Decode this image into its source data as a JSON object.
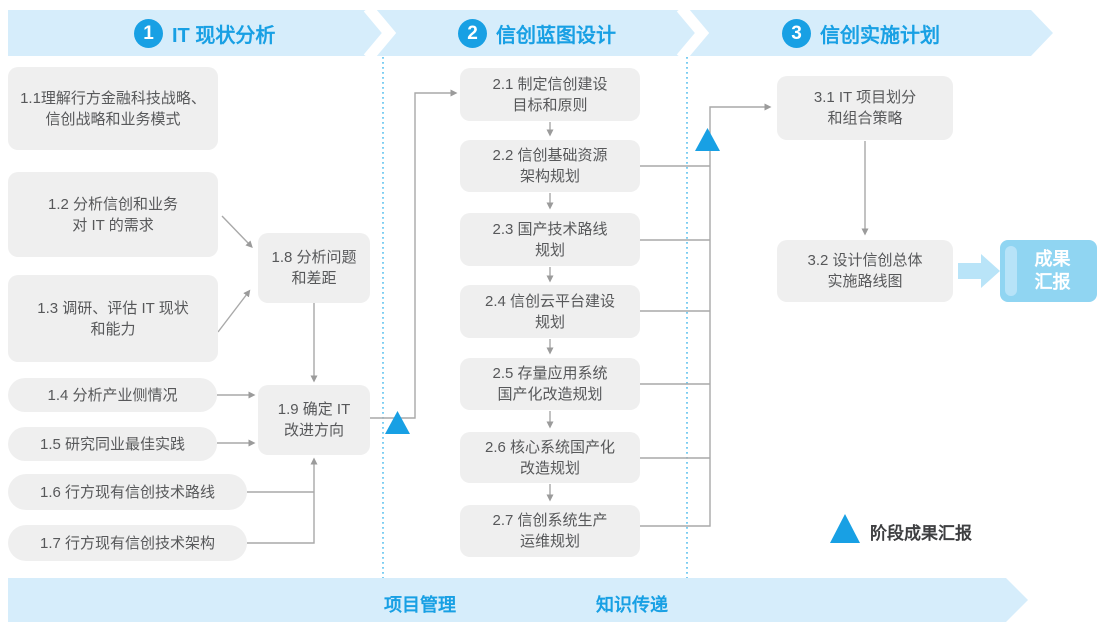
{
  "phases": [
    {
      "number": "1",
      "title": "IT 现状分析"
    },
    {
      "number": "2",
      "title": "信创蓝图设计"
    },
    {
      "number": "3",
      "title": "信创实施计划"
    }
  ],
  "nodes": {
    "n11": {
      "line1": "1.1理解行方金融科技战略、",
      "line2": "信创战略和业务模式"
    },
    "n12": {
      "line1": "1.2 分析信创和业务",
      "line2": "对 IT 的需求"
    },
    "n13": {
      "line1": "1.3 调研、评估 IT 现状",
      "line2": "和能力"
    },
    "n14": {
      "line1": "1.4 分析产业侧情况"
    },
    "n15": {
      "line1": "1.5 研究同业最佳实践"
    },
    "n16": {
      "line1": "1.6 行方现有信创技术路线"
    },
    "n17": {
      "line1": "1.7 行方现有信创技术架构"
    },
    "n18": {
      "line1": "1.8 分析问题",
      "line2": "和差距"
    },
    "n19": {
      "line1": "1.9 确定 IT",
      "line2": "改进方向"
    },
    "n21": {
      "line1": "2.1 制定信创建设",
      "line2": "目标和原则"
    },
    "n22": {
      "line1": "2.2 信创基础资源",
      "line2": "架构规划"
    },
    "n23": {
      "line1": "2.3 国产技术路线",
      "line2": "规划"
    },
    "n24": {
      "line1": "2.4 信创云平台建设",
      "line2": "规划"
    },
    "n25": {
      "line1": "2.5 存量应用系统",
      "line2": "国产化改造规划"
    },
    "n26": {
      "line1": "2.6 核心系统国产化",
      "line2": "改造规划"
    },
    "n27": {
      "line1": "2.7 信创系统生产",
      "line2": "运维规划"
    },
    "n31": {
      "line1": "3.1 IT 项目划分",
      "line2": "和组合策略"
    },
    "n32": {
      "line1": "3.2 设计信创总体",
      "line2": "实施路线图"
    }
  },
  "outcome": {
    "line1": "成果",
    "line2": "汇报"
  },
  "legend": {
    "label": "阶段成果汇报"
  },
  "footer": {
    "left": "项目管理",
    "right": "知识传递"
  },
  "colors": {
    "accent_blue": "#18a0e4",
    "band_blue": "#d6edfb",
    "node_gray": "#efefef",
    "node_text": "#57585a",
    "connector_gray": "#a9a9a9",
    "dotted_divider": "#5bc1ee",
    "outcome_box": "#90d5f2",
    "outcome_stripe": "#b7e3f8",
    "block_arrow": "#b9e4f8",
    "legend_text": "#3e3f41"
  }
}
